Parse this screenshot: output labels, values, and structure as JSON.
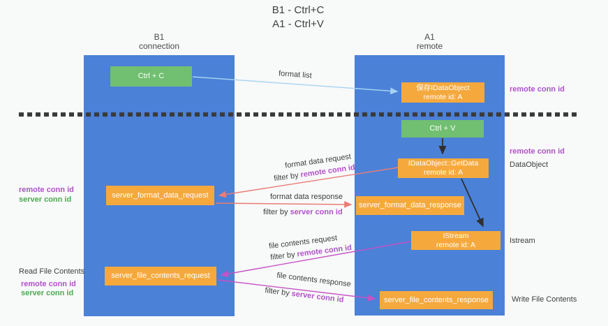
{
  "colors": {
    "bg": "#f8f9f9",
    "blue": "#4b81d7",
    "green": "#71bf70",
    "orange": "#f5a93d",
    "purple": "#b052c8",
    "greenLabel": "#4cab50",
    "salmon": "#ea7d76",
    "magenta": "#c653c6",
    "lightblue": "#a5d3f2",
    "arrowBlack": "#2f2f2f"
  },
  "title": {
    "line1": "B1 - Ctrl+C",
    "line2": "A1 - Ctrl+V"
  },
  "columns": {
    "left": {
      "name": "B1",
      "role": "connection"
    },
    "right": {
      "name": "A1",
      "role": "remote"
    }
  },
  "nodes": {
    "ctrl_c": {
      "label": "Ctrl + C"
    },
    "ctrl_v": {
      "label": "Ctrl + V"
    },
    "save_idataobject": {
      "line1": "保存IDataObject",
      "line2": "remote id: A"
    },
    "getdata": {
      "line1": "IDataObject::GetData",
      "line2": "remote id: A"
    },
    "istream": {
      "line1": "IStream",
      "line2": "remote id: A"
    },
    "format_request": {
      "label": "server_format_data_request"
    },
    "format_response": {
      "label": "server_format_data_response"
    },
    "file_request": {
      "label": "server_file_contents_request"
    },
    "file_response": {
      "label": "server_file_contents_response"
    }
  },
  "arrow_labels": {
    "format_list": "format list",
    "format_data_request": "format data request",
    "format_data_response": "format data response",
    "file_contents_request": "file contents request",
    "file_contents_response": "file contents response",
    "filters": [
      {
        "prefix": "filter by",
        "key": "remote conn id"
      },
      {
        "prefix": "filter by",
        "key": "server conn id"
      },
      {
        "prefix": "filter by",
        "key": "remote conn id"
      },
      {
        "prefix": "filter by",
        "key": "server conn id"
      }
    ]
  },
  "side_labels": {
    "right_top_remote_conn": "remote conn id",
    "right_mid_remote_conn": "remote conn id",
    "dataobject": "DataObject",
    "istream": "Istream",
    "write_file_contents": "Write File Contents",
    "left_format_remote_conn": "remote conn id",
    "left_format_server_conn": "server conn id",
    "read_file_contents": "Read File Contents",
    "left_file_remote_conn": "remote conn id",
    "left_file_server_conn": "server conn id"
  }
}
